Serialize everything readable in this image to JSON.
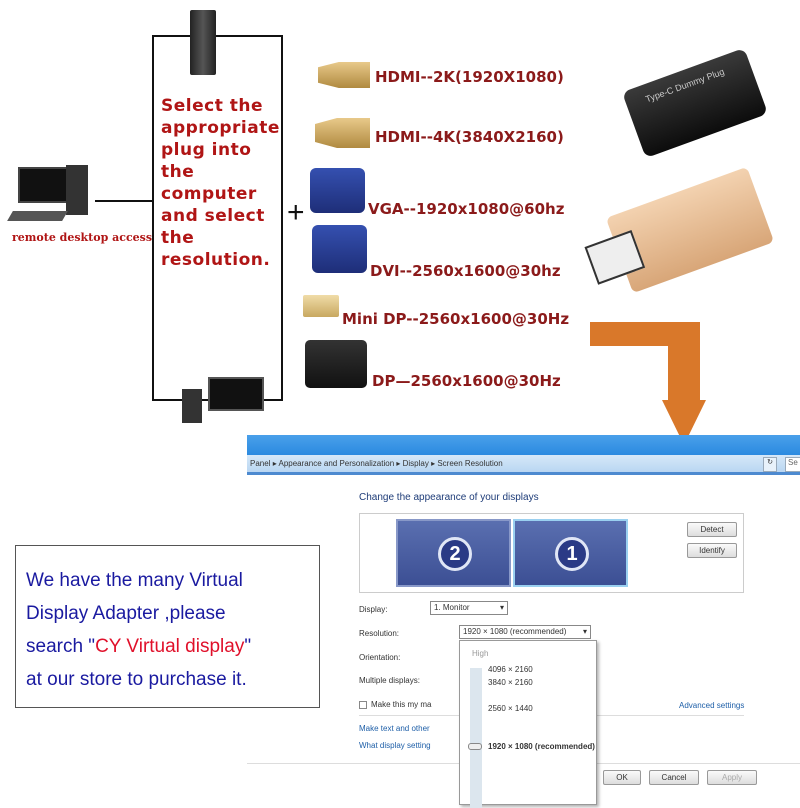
{
  "diagram": {
    "remote_label": "remote desktop access",
    "instruction_lines": [
      "Select the",
      "appropriate",
      "plug into",
      "the",
      "computer",
      "and select",
      "the",
      "resolution."
    ],
    "plus": "+",
    "plugs": [
      {
        "label": "HDMI--2K(1920X1080)",
        "icon": "hdmi-plug-icon"
      },
      {
        "label": "HDMI--4K(3840X2160)",
        "icon": "hdmi-plug-icon"
      },
      {
        "label": "VGA--1920x1080@60hz",
        "icon": "vga-plug-icon"
      },
      {
        "label": "DVI--2560x1600@30hz",
        "icon": "dvi-plug-icon"
      },
      {
        "label": "Mini DP--2560x1600@30Hz",
        "icon": "mini-dp-plug-icon"
      },
      {
        "label": "DP—2560x1600@30Hz",
        "icon": "dp-plug-icon"
      }
    ],
    "typec_product_text": "Type-C Dummy Plug"
  },
  "promo": {
    "line1": "We have the many Virtual",
    "line2": "Display Adapter ,please",
    "line3_pre": "search \"",
    "line3_highlight": "CY Virtual display",
    "line3_post": "\"",
    "line4": "at our store to purchase it.",
    "text_color": "#1a1aa0",
    "highlight_color": "#e0102a"
  },
  "window": {
    "breadcrumb": [
      "Panel",
      "Appearance and Personalization",
      "Display",
      "Screen Resolution"
    ],
    "search_placeholder": "Se",
    "heading": "Change the appearance of your displays",
    "monitor2": "2",
    "monitor1": "1",
    "detect": "Detect",
    "identify": "Identify",
    "display_label": "Display:",
    "display_value": "1. Monitor",
    "resolution_label": "Resolution:",
    "resolution_value": "1920 × 1080 (recommended)",
    "orientation_label": "Orientation:",
    "multiple_label": "Multiple displays:",
    "main_checkbox": "Make this my ma",
    "advanced": "Advanced settings",
    "link1": "Make text and other",
    "link2": "What display setting",
    "ok": "OK",
    "cancel": "Cancel",
    "apply": "Apply",
    "dropdown": {
      "high": "High",
      "options": [
        "4096 × 2160",
        "3840 × 2160",
        "2560 × 1440",
        "1920 × 1080 (recommended)"
      ],
      "selected": "1920 × 1080 (recommended)"
    }
  },
  "colors": {
    "arrow": "#d9782a",
    "title_bar": "#2b8ae0",
    "instruction": "#b01515"
  }
}
